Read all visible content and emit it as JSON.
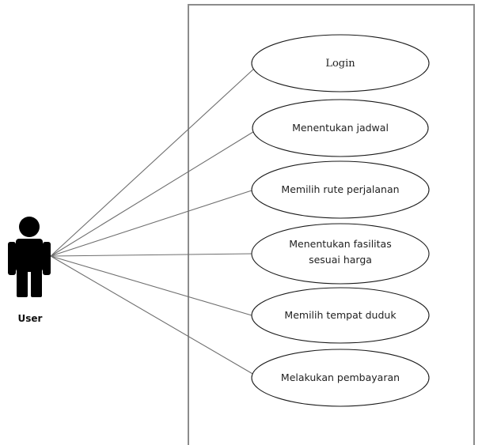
{
  "actor": {
    "label": "User"
  },
  "use_cases": [
    {
      "lines": [
        "Login"
      ]
    },
    {
      "lines": [
        "Menentukan jadwal"
      ]
    },
    {
      "lines": [
        "Memilih rute perjalanan"
      ]
    },
    {
      "lines": [
        "Menentukan fasilitas",
        "sesuai harga"
      ]
    },
    {
      "lines": [
        "Memilih tempat duduk"
      ]
    },
    {
      "lines": [
        "Melakukan pembayaran"
      ]
    }
  ]
}
